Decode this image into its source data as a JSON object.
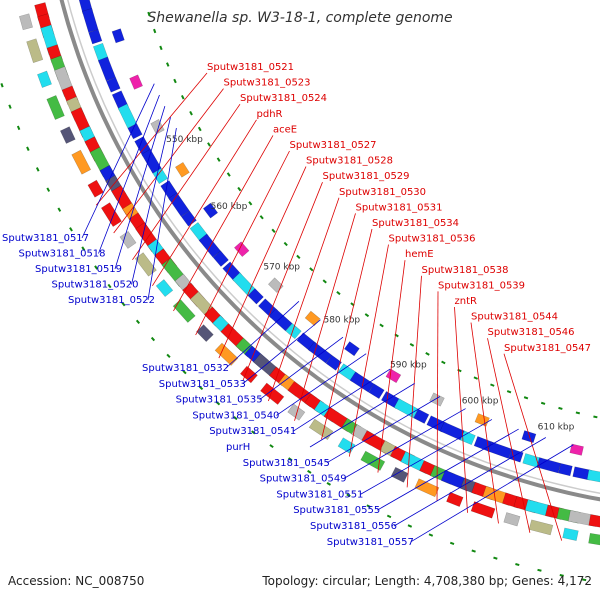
{
  "title": "Shewanella sp. W3-18-1, complete genome",
  "footer": {
    "accession": "Accession: NC_008750",
    "summary": "Topology: circular; Length: 4,708,380 bp; Genes: 4,172"
  },
  "ticks": [
    "550 kbp",
    "560 kbp",
    "570 kbp",
    "580 kbp",
    "590 kbp",
    "600 kbp",
    "610 kbp"
  ],
  "red_labels": [
    "Sputw3181_0521",
    "Sputw3181_0523",
    "Sputw3181_0524",
    "pdhR",
    "aceE",
    "Sputw3181_0527",
    "Sputw3181_0528",
    "Sputw3181_0529",
    "Sputw3181_0530",
    "Sputw3181_0531",
    "Sputw3181_0534",
    "Sputw3181_0536",
    "hemE",
    "Sputw3181_0538",
    "Sputw3181_0539",
    "zntR",
    "Sputw3181_0544",
    "Sputw3181_0546",
    "Sputw3181_0547"
  ],
  "blue_labels_left": [
    "Sputw3181_0517",
    "Sputw3181_0518",
    "Sputw3181_0519",
    "Sputw3181_0520",
    "Sputw3181_0522"
  ],
  "blue_labels_bottom": [
    "Sputw3181_0532",
    "Sputw3181_0533",
    "Sputw3181_0535",
    "Sputw3181_0540",
    "Sputw3181_0541",
    "purH",
    "Sputw3181_0545",
    "Sputw3181_0549",
    "Sputw3181_0551",
    "Sputw3181_0555",
    "Sputw3181_0556",
    "Sputw3181_0557"
  ],
  "colors": {
    "backbone": "#8a8a8a",
    "forward_label": "#dd0000",
    "reverse_label": "#0000cc",
    "forward_gene": "#ee1111",
    "reverse_gene": "#1122dd",
    "cyan": "#22ddee",
    "green": "#44bb44",
    "gray": "#bbbbbb",
    "khaki": "#bbbb88",
    "orange": "#ff9922",
    "dark": "#555577",
    "magenta": "#ee22aa",
    "tick_green": "#118811"
  }
}
